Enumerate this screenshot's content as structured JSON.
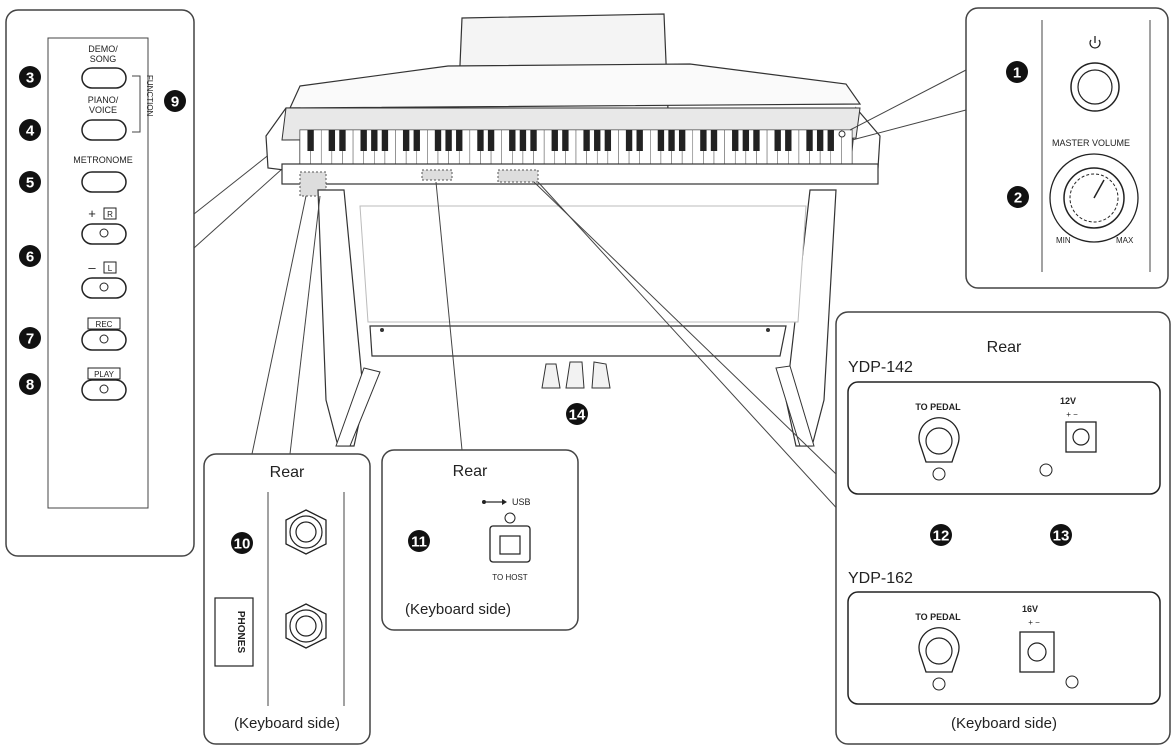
{
  "badges": {
    "n1": "1",
    "n2": "2",
    "n3": "3",
    "n4": "4",
    "n5": "5",
    "n6": "6",
    "n7": "7",
    "n8": "8",
    "n9": "9",
    "n10": "10",
    "n11": "11",
    "n12": "12",
    "n13": "13",
    "n14": "14"
  },
  "left_panel": {
    "demo_l1": "DEMO/",
    "demo_l2": "SONG",
    "piano_l1": "PIANO/",
    "piano_l2": "VOICE",
    "function": "FUNCTION",
    "metronome": "METRONOME",
    "plus": "+",
    "r": "R",
    "minus": "–",
    "l": "L",
    "rec": "REC",
    "play": "PLAY"
  },
  "right_panel": {
    "master_volume": "MASTER VOLUME",
    "min": "MIN",
    "max": "MAX"
  },
  "phones_panel": {
    "rear": "Rear",
    "phones": "PHONES",
    "side": "(Keyboard side)"
  },
  "usb_panel": {
    "rear": "Rear",
    "usb": "USB",
    "to_host": "TO HOST",
    "side": "(Keyboard side)"
  },
  "rear_panel": {
    "rear": "Rear",
    "model1": "YDP-142",
    "model2": "YDP-162",
    "to_pedal": "TO PEDAL",
    "v12": "12V",
    "v16": "16V",
    "polarity": "+ −",
    "side": "(Keyboard side)"
  }
}
